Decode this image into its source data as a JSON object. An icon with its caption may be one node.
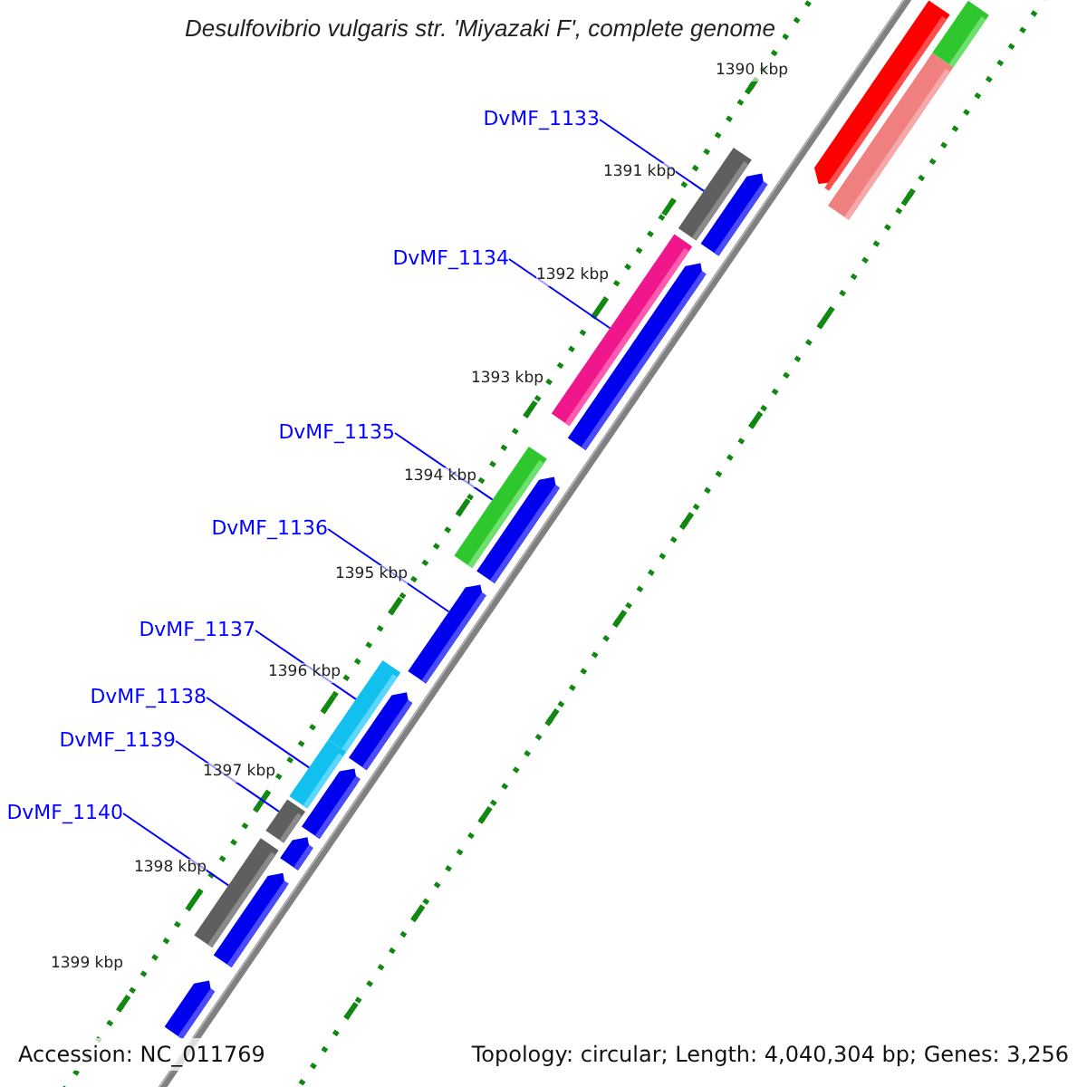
{
  "diagram": {
    "title": "Desulfovibrio vulgaris str. 'Miyazaki F', complete genome",
    "nodes": [
      {
        "text": [
          "DvMF_1133"
        ]
      },
      {
        "text": [
          "DvMF_1134"
        ]
      },
      {
        "text": [
          "DvMF_1135"
        ]
      },
      {
        "text": [
          "DvMF_1136"
        ]
      },
      {
        "text": [
          "DvMF_1137"
        ]
      },
      {
        "text": [
          "DvMF_1138"
        ]
      },
      {
        "text": [
          "DvMF_1139"
        ]
      },
      {
        "text": [
          "DvMF_1140"
        ]
      },
      {
        "text": [],
        "shape": "bar"
      },
      {
        "text": [],
        "shape": "bar"
      },
      {
        "text": [],
        "shape": "bar"
      },
      {
        "text": [],
        "shape": "bar"
      },
      {
        "text": [],
        "shape": "bar"
      },
      {
        "text": [],
        "shape": "bar"
      },
      {
        "text": [],
        "shape": "bar"
      },
      {
        "text": [],
        "shape": "bar"
      },
      {
        "text": [],
        "shape": "bar"
      },
      {
        "text": [],
        "shape": "bar"
      },
      {
        "text": [],
        "shape": "bar"
      },
      {
        "text": [],
        "shape": "bar"
      },
      {
        "text": [],
        "shape": "bar"
      },
      {
        "text": [],
        "shape": "bar"
      },
      {
        "text": [],
        "shape": "bar"
      },
      {
        "text": [],
        "shape": "bar"
      },
      {
        "text": [],
        "shape": "bar"
      },
      {
        "text": [],
        "shape": "bar"
      },
      {
        "text": [],
        "shape": "bar"
      }
    ],
    "edges": [
      {
        "from": 0,
        "to": 11,
        "arrow": "none"
      },
      {
        "from": 1,
        "to": 13,
        "arrow": "none"
      },
      {
        "from": 2,
        "to": 15,
        "arrow": "none"
      },
      {
        "from": 3,
        "to": 17,
        "arrow": "none"
      },
      {
        "from": 4,
        "to": 18,
        "arrow": "none"
      },
      {
        "from": 5,
        "to": 20,
        "arrow": "none"
      },
      {
        "from": 6,
        "to": 22,
        "arrow": "none"
      },
      {
        "from": 7,
        "to": 24,
        "arrow": "none"
      }
    ],
    "labels": [
      "1390 kbp",
      "1391 kbp",
      "1392 kbp",
      "1393 kbp",
      "1394 kbp",
      "1395 kbp",
      "1396 kbp",
      "1397 kbp",
      "1398 kbp",
      "1399 kbp",
      "Accession: NC_011769",
      "Topology: circular; Length: 4,040,304 bp; Genes: 3,256"
    ]
  }
}
